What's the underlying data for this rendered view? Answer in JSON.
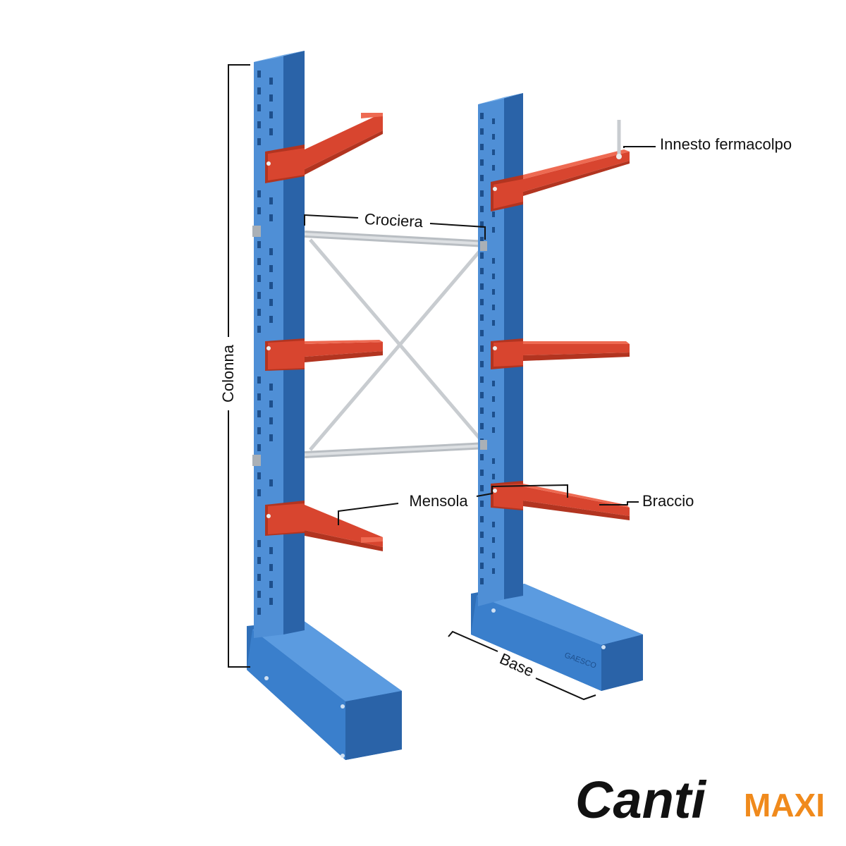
{
  "labels": {
    "colonna": "Colonna",
    "crociera": "Crociera",
    "innesto_fermacolpo": "Innesto fermacolpo",
    "mensola": "Mensola",
    "braccio": "Braccio",
    "base": "Base",
    "base_stamp": "GAESCO"
  },
  "brand": {
    "word1": "Canti",
    "word2": "MAXI"
  },
  "colors": {
    "column_blue": "#3a7fcc",
    "column_blue_dark": "#2a63a8",
    "column_blue_light": "#5b9be0",
    "arm_red": "#d8452f",
    "arm_red_dark": "#b23420",
    "brace_gray": "#c8ccd0",
    "brand_orange": "#f08a1c",
    "text": "#111111"
  }
}
